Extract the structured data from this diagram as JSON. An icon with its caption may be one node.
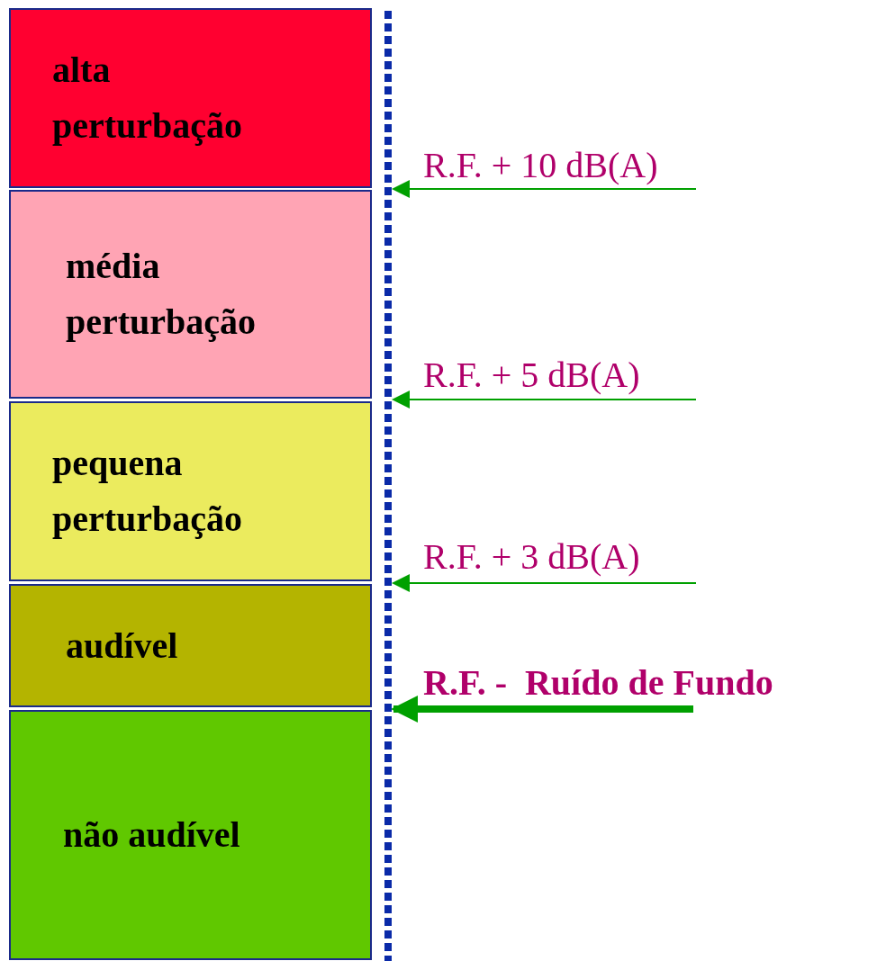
{
  "diagram": {
    "nodes": [
      {
        "text": [
          "alta perturbação"
        ]
      },
      {
        "text": [
          "média perturbação"
        ]
      },
      {
        "text": [
          "pequena perturbação"
        ]
      },
      {
        "text": [
          "audível"
        ]
      },
      {
        "text": [
          "não audível"
        ]
      },
      {
        "text": [],
        "shape": "bar"
      }
    ],
    "edges": [
      {
        "from": null,
        "to": 5,
        "arrow": "to",
        "label": "R.F. + 10 dB(A)"
      },
      {
        "from": null,
        "to": 5,
        "arrow": "to",
        "label": "R.F. + 5 dB(A)"
      },
      {
        "from": null,
        "to": 5,
        "arrow": "to",
        "label": "R.F. + 3 dB(A)"
      },
      {
        "from": null,
        "to": 5,
        "arrow": "to",
        "label": "R.F. -  Ruído de Fundo",
        "style": "thick"
      }
    ]
  }
}
